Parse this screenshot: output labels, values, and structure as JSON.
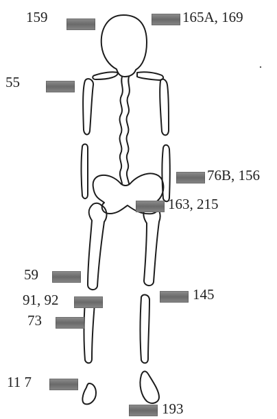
{
  "markers": [
    {
      "id": "head-left",
      "label": "159"
    },
    {
      "id": "head-right",
      "label": "165A, 169"
    },
    {
      "id": "shoulder-left",
      "label": "55"
    },
    {
      "id": "pelvis-right-upper",
      "label": "76B, 156"
    },
    {
      "id": "pelvis-right-lower",
      "label": "163, 215"
    },
    {
      "id": "knee-left",
      "label": "59"
    },
    {
      "id": "leg-right",
      "label": "145"
    },
    {
      "id": "tibia-left-upper",
      "label": "91, 92"
    },
    {
      "id": "tibia-left-lower",
      "label": "73"
    },
    {
      "id": "foot-left",
      "label": "11 7"
    },
    {
      "id": "foot-right",
      "label": "193"
    }
  ],
  "colors": {
    "outline": "#1c1c1c",
    "marker": "#7a7a7a",
    "background": "#ffffff"
  }
}
